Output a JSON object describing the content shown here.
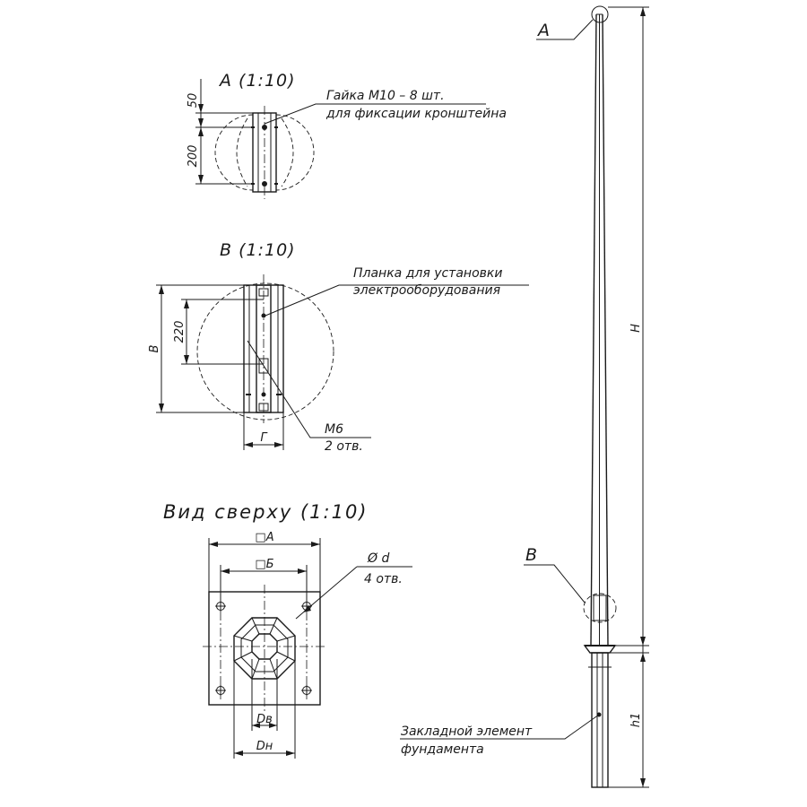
{
  "views": {
    "detail_a": {
      "title": "A (1:10)",
      "dim_top": "50",
      "dim_main": "200",
      "note_line1": "Гайка М10 – 8 шт.",
      "note_line2": "для фиксации кронштейна"
    },
    "detail_b": {
      "title": "B (1:10)",
      "dim_height": "B",
      "dim_slot": "220",
      "dim_width": "Г",
      "note_line1": "Планка для установки",
      "note_line2": "электрооборудования",
      "hole_label": "М6",
      "hole_count": "2 отв."
    },
    "top_view": {
      "title": "Вид сверху (1:10)",
      "dim_outer": "□A",
      "dim_inner": "□Б",
      "hole_label": "Ø d",
      "hole_count": "4 отв.",
      "dim_top_diam": "Dв",
      "dim_base_diam": "Dн"
    },
    "pole": {
      "callout_a": "A",
      "callout_b": "B",
      "dim_height": "H",
      "dim_embed": "h1",
      "embed_note_line1": "Закладной элемент",
      "embed_note_line2": "фундамента"
    }
  }
}
